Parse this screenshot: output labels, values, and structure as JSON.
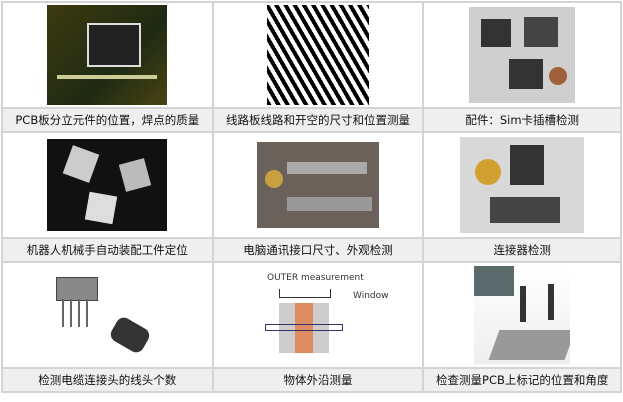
{
  "cells": [
    {
      "caption": "PCB板分立元件的位置，焊点的质量",
      "image": "pcb-board-photo"
    },
    {
      "caption": "线路板线路和开空的尺寸和位置测量",
      "image": "circuit-traces-photo"
    },
    {
      "caption": "配件：Sim卡插槽检测",
      "image": "sim-slot-photo"
    },
    {
      "caption": "机器人机械手自动装配工件定位",
      "image": "metal-parts-photo"
    },
    {
      "caption": "电脑通讯接口尺寸、外观检测",
      "image": "connector-parts-photo"
    },
    {
      "caption": "连接器检测",
      "image": "connector-photo"
    },
    {
      "caption": "检测电缆连接头的线头个数",
      "image": "cable-connector-drawing"
    },
    {
      "caption": "物体外沿测量",
      "image": "outer-measurement-diagram"
    },
    {
      "caption": "检查测量PCB上标记的位置和角度",
      "image": "sensor-pcb-photo"
    }
  ],
  "diagram": {
    "outer_label": "OUTER measurement",
    "window_label": "Window"
  }
}
